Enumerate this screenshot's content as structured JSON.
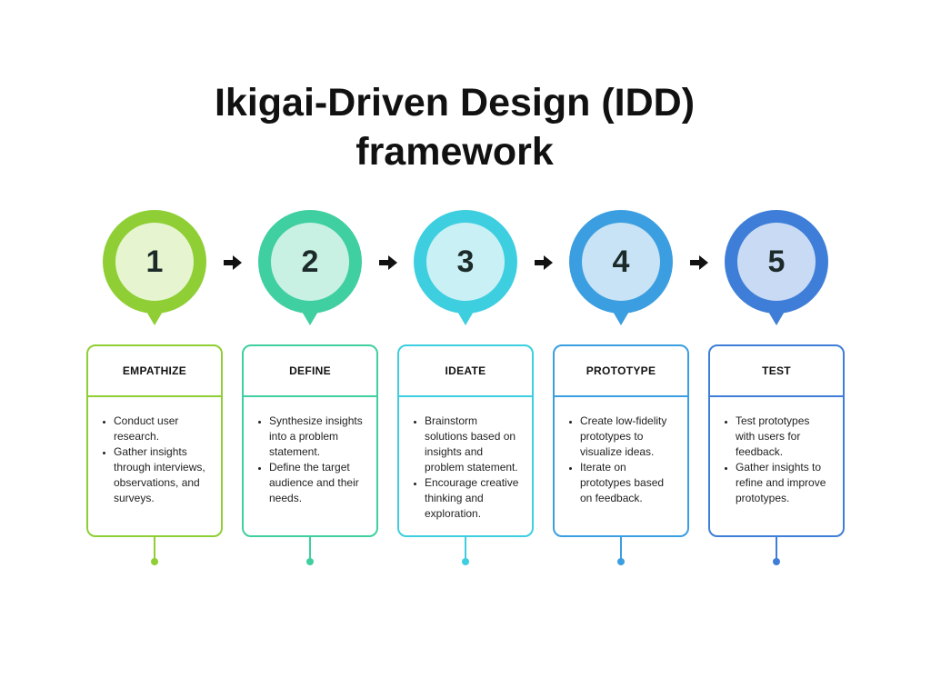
{
  "title_lines": [
    "Ikigai-Driven Design (IDD)",
    "framework"
  ],
  "steps": [
    {
      "number": "1",
      "label": "EMPATHIZE",
      "color": "#8fcf35",
      "light": "#e6f5cf",
      "bullets": [
        "Conduct user research.",
        "Gather insights through interviews, observations, and surveys."
      ]
    },
    {
      "number": "2",
      "label": "DEFINE",
      "color": "#3fcfa1",
      "light": "#c9f1e3",
      "bullets": [
        "Synthesize insights into a problem statement.",
        "Define the target audience and their needs."
      ]
    },
    {
      "number": "3",
      "label": "IDEATE",
      "color": "#3dcfe0",
      "light": "#c9f0f5",
      "bullets": [
        "Brainstorm solutions based on insights and problem statement.",
        "Encourage creative thinking and exploration."
      ]
    },
    {
      "number": "4",
      "label": "PROTOTYPE",
      "color": "#3b9ee0",
      "light": "#c8e3f5",
      "bullets": [
        "Create low-fidelity prototypes to visualize ideas.",
        "Iterate on prototypes based on feedback."
      ]
    },
    {
      "number": "5",
      "label": "TEST",
      "color": "#3f7ed8",
      "light": "#c9dbf4",
      "bullets": [
        "Test prototypes with users for feedback.",
        "Gather insights to refine and improve prototypes."
      ]
    }
  ]
}
